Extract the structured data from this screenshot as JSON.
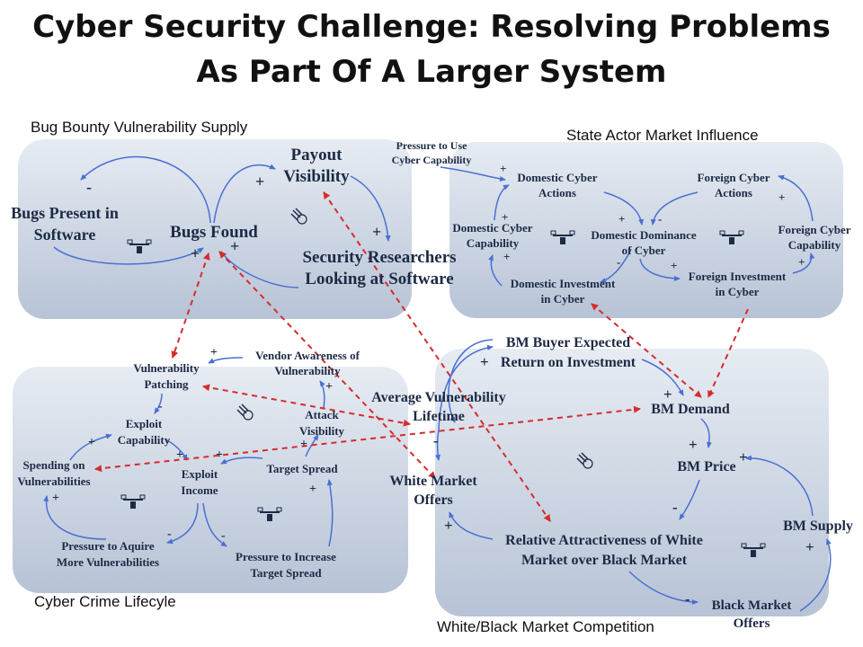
{
  "title": {
    "line1": "Cyber Security Challenge: Resolving Problems",
    "line2": "As Part Of A Larger System"
  },
  "sections": {
    "bug_bounty": "Bug Bounty Vulnerability Supply",
    "state_actor": "State Actor Market Influence",
    "cyber_crime": "Cyber Crime Lifecyle",
    "market_competition": "White/Black Market Competition"
  },
  "nodes": {
    "payout_visibility_1": "Payout",
    "payout_visibility_2": "Visibility",
    "bugs_present_1": "Bugs Present in",
    "bugs_present_2": "Software",
    "bugs_found": "Bugs Found",
    "security_researchers_1": "Security Researchers",
    "security_researchers_2": "Looking at Software",
    "pressure_cyber_1": "Pressure to Use",
    "pressure_cyber_2": "Cyber Capability",
    "domestic_actions_1": "Domestic Cyber",
    "domestic_actions_2": "Actions",
    "foreign_actions_1": "Foreign Cyber",
    "foreign_actions_2": "Actions",
    "domestic_capability_1": "Domestic Cyber",
    "domestic_capability_2": "Capability",
    "domestic_dominance_1": "Domestic Dominance",
    "domestic_dominance_2": "of Cyber",
    "foreign_capability_1": "Foreign Cyber",
    "foreign_capability_2": "Capability",
    "domestic_investment_1": "Domestic Investment",
    "domestic_investment_2": "in Cyber",
    "foreign_investment_1": "Foreign Investment",
    "foreign_investment_2": "in Cyber",
    "vendor_awareness_1": "Vendor Awareness of",
    "vendor_awareness_2": "Vulnerability",
    "vuln_patching_1": "Vulnerability",
    "vuln_patching_2": "Patching",
    "avg_lifetime_1": "Average Vulnerability",
    "avg_lifetime_2": "Lifetime",
    "exploit_capability_1": "Exploit",
    "exploit_capability_2": "Capability",
    "attack_visibility_1": "Attack",
    "attack_visibility_2": "Visibility",
    "spending_1": "Spending on",
    "spending_2": "Vulnerabilities",
    "exploit_income_1": "Exploit",
    "exploit_income_2": "Income",
    "target_spread": "Target Spread",
    "pressure_acquire_1": "Pressure to Aquire",
    "pressure_acquire_2": "More Vulnerabilities",
    "pressure_spread_1": "Pressure to Increase",
    "pressure_spread_2": "Target Spread",
    "bm_buyer_1": "BM Buyer Expected",
    "bm_buyer_2": "Return on Investment",
    "bm_demand": "BM Demand",
    "white_offers_1": "White Market",
    "white_offers_2": "Offers",
    "bm_price": "BM Price",
    "relative_1": "Relative Attractiveness of White",
    "relative_2": "Market over Black Market",
    "bm_supply": "BM Supply",
    "black_offers_1": "Black Market",
    "black_offers_2": "Offers"
  },
  "polarity": {
    "plus": "+",
    "minus": "-"
  },
  "colors": {
    "arrow": "#4a6fd3",
    "link": "#d62c2c",
    "panel": "#c5cfdd"
  }
}
